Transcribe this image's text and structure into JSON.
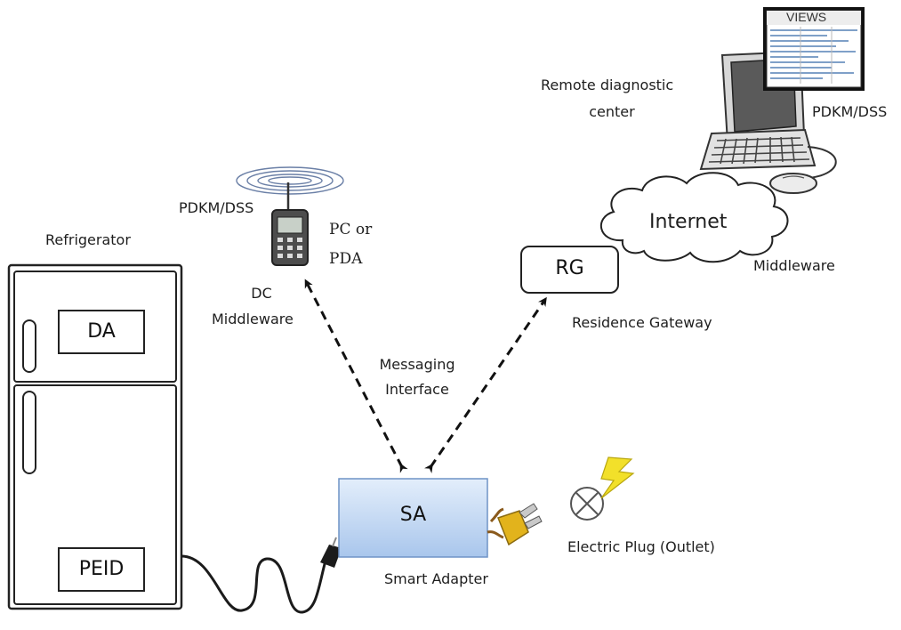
{
  "labels": {
    "views": "VIEWS",
    "remote_center_line1": "Remote diagnostic",
    "remote_center_line2": "center",
    "pdkm_dss_top": "PDKM/DSS",
    "pdkm_dss_mobile": "PDKM/DSS",
    "refrigerator": "Refrigerator",
    "pc_or_pda_line1": "PC or",
    "pc_or_pda_line2": "PDA",
    "internet": "Internet",
    "middleware_internet": "Middleware",
    "rg": "RG",
    "residence_gateway": "Residence Gateway",
    "dc_line1": "DC",
    "dc_line2": "Middleware",
    "messaging_line1": "Messaging",
    "messaging_line2": "Interface",
    "da": "DA",
    "peid": "PEID",
    "sa": "SA",
    "smart_adapter": "Smart Adapter",
    "electric_plug": "Electric Plug (Outlet)"
  },
  "colors": {
    "sa_fill_top": "#e3eefb",
    "sa_fill_bottom": "#a9c6ec",
    "sa_border": "#6f93c6",
    "bolt": "#f2e02a",
    "plug_yellow": "#e2b31c",
    "line": "#111111"
  },
  "icons": [
    "computer-icon",
    "monitor-icon",
    "keyboard-icon",
    "mouse-icon",
    "mobile-device-icon",
    "antenna-signal-icon",
    "cloud-icon",
    "refrigerator-icon",
    "plug-icon",
    "lightning-bolt-icon",
    "outlet-icon"
  ]
}
